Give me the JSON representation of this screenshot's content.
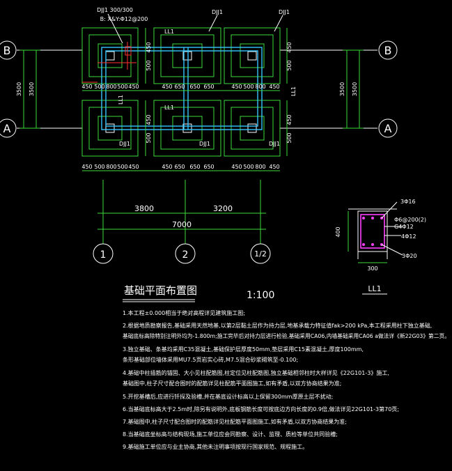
{
  "drawing": {
    "grid_b": "B",
    "grid_a": "A",
    "grid_1": "1",
    "grid_2": "2",
    "grid_12": "1/2",
    "dim_3500": "3500",
    "dim_3800": "3800",
    "dim_3200": "3200",
    "dim_7000": "7000",
    "dim_450": "450",
    "dim_500": "500",
    "dim_800": "800",
    "dim_650": "650",
    "dj1": "DJJ1",
    "dj1_note_1": "DJJ1 300/300",
    "dj1_note_2": "B: X&Y:Φ12@200",
    "ll1": "LL1"
  },
  "section": {
    "bar_top": "3Φ16",
    "stirrup_1": "Φ6@200(2)",
    "stirrup_2": "G4Φ12",
    "bar_side": "4Φ12",
    "bar_bottom": "3Φ20",
    "height": "400",
    "width": "300",
    "label": "LL1"
  },
  "title": {
    "text": "基础平面布置图",
    "scale": "1:100"
  },
  "notes": [
    "1.本工程±0.000相当于绝对高程详见建筑施工图;",
    "2.根据地质勘察报告,基础采用天然地基,以第2层黏土层作为持力层,地基承载力特征值fak>200 kPa,本工程采用柱下独立基础,",
    "   基础底标高除特别注明外均为-1.800m;施工完毕后对持力层进行检验,基础采用CA06,内墙基础采用CA06 a做法详《新22G03》第二页。",
    "3.独立基础、条基均采用C35混凝土,基础保护层厚度50mm,垫层采用C15素混凝土,厚度100mm,",
    "   条形基础部位墙体采用MU7.5页岩实心砖,M7.5混合砂浆砌筑至-0.100;",
    "4.基础中柱插筋的锚固、大小见柱配筋图,柱定位见柱配筋图,独立基础相邻柱时大样详见《22G101-3》施工,",
    "   基础图中,柱子尺寸配合图时的配筋详见柱配筋平面图施工,如有矛盾,以双方协商结果为准;",
    "5.开挖基槽后,应进行钎探及验槽,并在基底设计标高以上保留300mm厚原土层不扰动;",
    "6.当基础底标高大于2.5m时,除另有说明外,底板钢筋长度可按底边方向长度的0.9倍,做法详见22G101-3第70页;",
    "7.基础图中,柱子尺寸配合图时的配筋详见柱配筋平面图施工,如有矛盾,以双方协商结果为准;",
    "8.当基础底坐标高与结构现场,施工单位应会同勘察、设计、监理、质检等单位共同验槽;",
    "9.基础施工单位应与业主协商,其他未注明事项按现行国家规范、规程施工。"
  ]
}
